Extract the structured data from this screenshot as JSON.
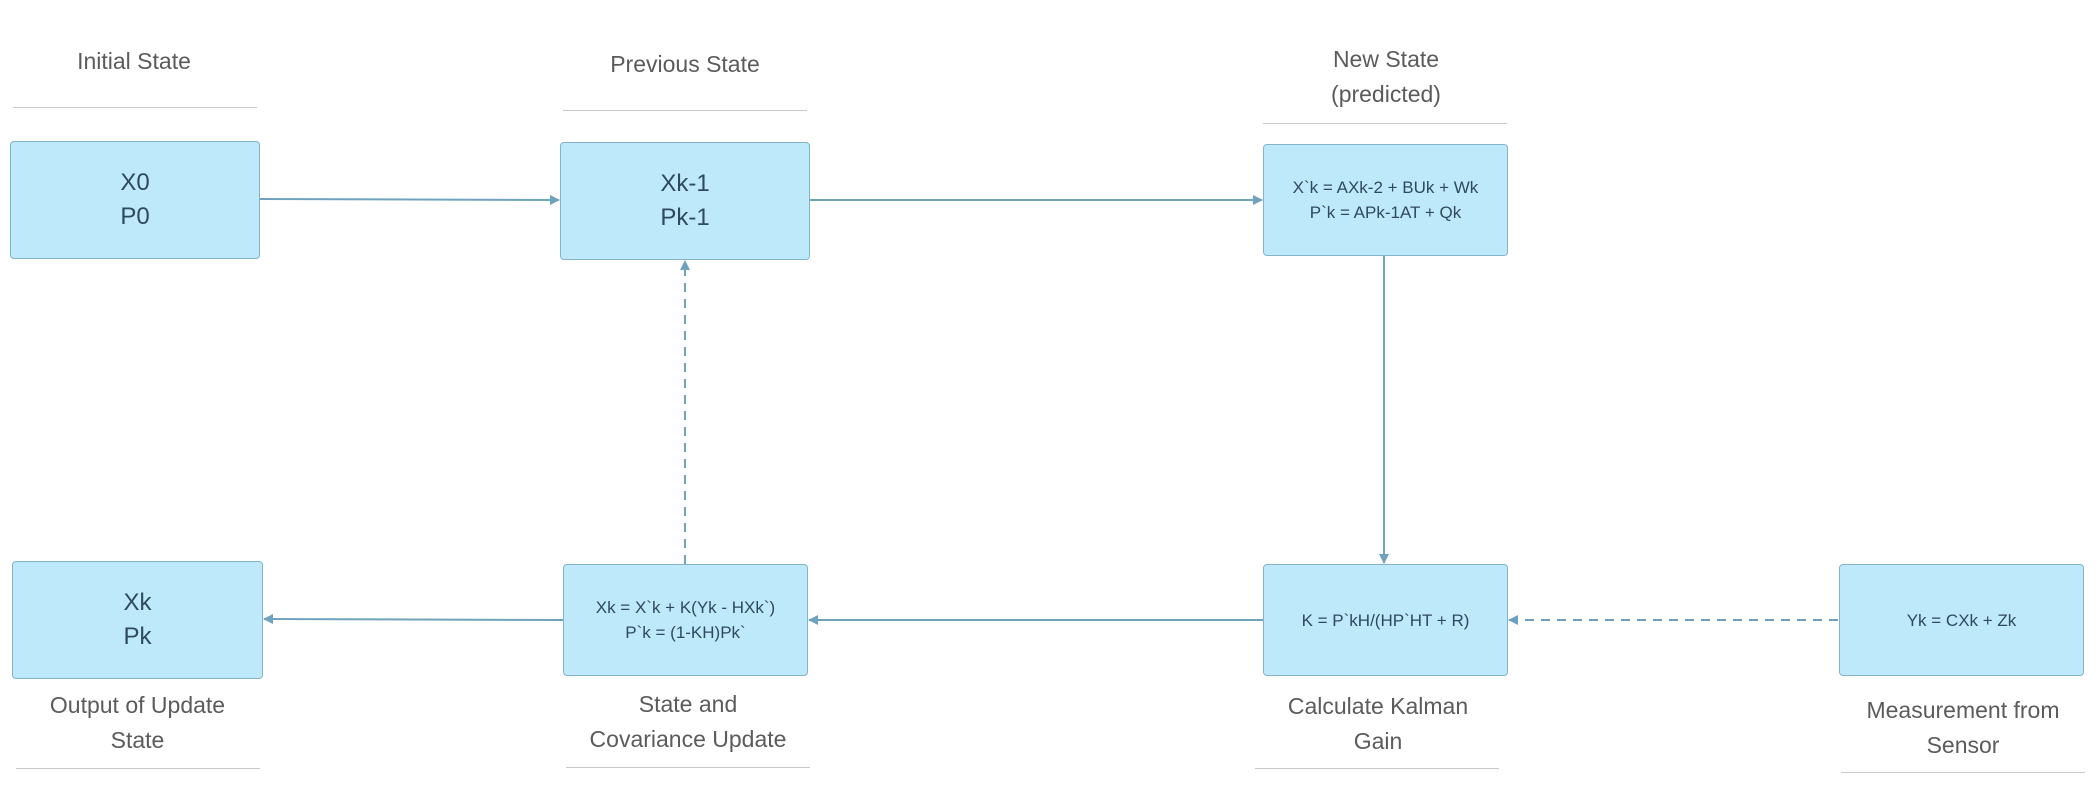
{
  "nodes": {
    "initial": {
      "line1": "X0",
      "line2": "P0"
    },
    "previous": {
      "line1": "Xk-1",
      "line2": "Pk-1"
    },
    "predicted": {
      "line1": "X`k = AXk-2 + BUk + Wk",
      "line2": "P`k = APk-1AT + Qk"
    },
    "output": {
      "line1": "Xk",
      "line2": "Pk"
    },
    "update": {
      "line1": "Xk = X`k + K(Yk - HXk`)",
      "line2": "P`k = (1-KH)Pk`"
    },
    "gain": {
      "line1": "K = P`kH/(HP`HT + R)"
    },
    "measurement": {
      "line1": "Yk = CXk + Zk"
    }
  },
  "captions": {
    "initial": {
      "line1": "Initial State"
    },
    "previous": {
      "line1": "Previous State"
    },
    "predicted": {
      "line1": "New State",
      "line2": "(predicted)"
    },
    "output": {
      "line1": "Output of Update",
      "line2": "State"
    },
    "update": {
      "line1": "State and",
      "line2": "Covariance Update"
    },
    "gain": {
      "line1": "Calculate Kalman",
      "line2": "Gain"
    },
    "measurement": {
      "line1": "Measurement from",
      "line2": "Sensor"
    }
  },
  "colors": {
    "node_fill": "#bde9fb",
    "node_border": "#82b4cb",
    "connector": "#6fa3bd",
    "caption_text": "#5b5b5b",
    "rule": "#c8c8c8"
  }
}
